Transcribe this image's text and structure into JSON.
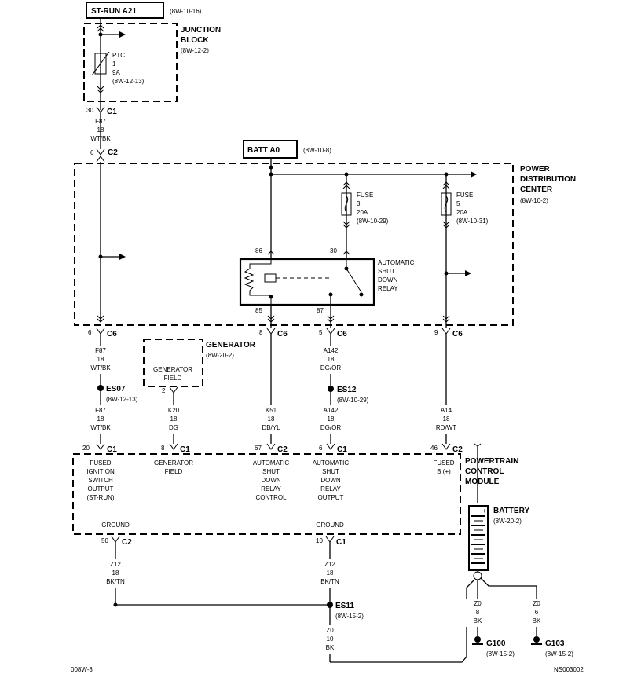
{
  "headers": {
    "st_run": "ST-RUN A21",
    "st_run_ref": "(8W-10-16)",
    "junction_block": [
      "JUNCTION",
      "BLOCK"
    ],
    "junction_block_ref": "(8W-12-2)",
    "batt": "BATT A0",
    "batt_ref": "(8W-10-8)",
    "pdc": [
      "POWER",
      "DISTRIBUTION",
      "CENTER"
    ],
    "pdc_ref": "(8W-10-2)",
    "generator": "GENERATOR",
    "generator_ref": "(8W-20-2)",
    "pcm": [
      "POWERTRAIN",
      "CONTROL",
      "MODULE"
    ],
    "battery": "BATTERY",
    "battery_ref": "(8W-20-2)"
  },
  "ptc": {
    "lines": [
      "PTC",
      "1",
      "9A",
      "(8W-12-13)"
    ]
  },
  "fuse3": {
    "lines": [
      "FUSE",
      "3",
      "20A",
      "(8W-10-29)"
    ]
  },
  "fuse5": {
    "lines": [
      "FUSE",
      "5",
      "20A",
      "(8W-10-31)"
    ]
  },
  "relay": {
    "label": [
      "AUTOMATIC",
      "SHUT",
      "DOWN",
      "RELAY"
    ],
    "pin86": "86",
    "pin30": "30",
    "pin85": "85",
    "pin87": "87"
  },
  "generator_field_box": [
    "GENERATOR",
    "FIELD"
  ],
  "connectors": {
    "c1_top_pin": "30",
    "c1_top": "C1",
    "c2_pdc_pin": "6",
    "c2_pdc": "C2",
    "c6_left_pin": "6",
    "c6_left": "C6",
    "c6_mid_pin": "8",
    "c6_mid": "C6",
    "c6_asd_pin": "5",
    "c6_asd": "C6",
    "c6_right_pin": "9",
    "c6_right": "C6",
    "gen_pin": "2",
    "pcm_fused_pin": "20",
    "pcm_fused": "C1",
    "pcm_gen_pin": "8",
    "pcm_gen": "C1",
    "pcm_asdc_pin": "67",
    "pcm_asdc": "C2",
    "pcm_asdo_pin": "6",
    "pcm_asdo": "C1",
    "pcm_b_pin": "46",
    "pcm_b": "C2",
    "pcm_gnd1_pin": "50",
    "pcm_gnd1": "C2",
    "pcm_gnd2_pin": "10",
    "pcm_gnd2": "C1"
  },
  "wires": {
    "f87_top": [
      "F87",
      "18",
      "WT/BK"
    ],
    "f87_mid": [
      "F87",
      "18",
      "WT/BK"
    ],
    "f87_low": [
      "F87",
      "18",
      "WT/BK"
    ],
    "k20": [
      "K20",
      "18",
      "DG"
    ],
    "k51": [
      "K51",
      "18",
      "DB/YL"
    ],
    "a142_up": [
      "A142",
      "18",
      "DG/OR"
    ],
    "a142_low": [
      "A142",
      "18",
      "DG/OR"
    ],
    "a14": [
      "A14",
      "18",
      "RD/WT"
    ],
    "z12_a": [
      "Z12",
      "18",
      "BK/TN"
    ],
    "z12_b": [
      "Z12",
      "18",
      "BK/TN"
    ],
    "z0_10": [
      "Z0",
      "10",
      "BK"
    ],
    "z0_8": [
      "Z0",
      "8",
      "BK"
    ],
    "z0_6": [
      "Z0",
      "6",
      "BK"
    ]
  },
  "splices": {
    "es07": "ES07",
    "es07_ref": "(8W-12-13)",
    "es12": "ES12",
    "es12_ref": "(8W-10-29)",
    "es11": "ES11",
    "es11_ref": "(8W-15-2)"
  },
  "grounds": {
    "g100": "G100",
    "g100_ref": "(8W-15-2)",
    "g103": "G103",
    "g103_ref": "(8W-15-2)"
  },
  "pcm_pins": {
    "fused": [
      "FUSED",
      "IGNITION",
      "SWITCH",
      "OUTPUT",
      "(ST-RUN)"
    ],
    "gen_field": [
      "GENERATOR",
      "FIELD"
    ],
    "asd_control": [
      "AUTOMATIC",
      "SHUT",
      "DOWN",
      "RELAY",
      "CONTROL"
    ],
    "asd_output": [
      "AUTOMATIC",
      "SHUT",
      "DOWN",
      "RELAY",
      "OUTPUT"
    ],
    "fused_b": [
      "FUSED",
      "B (+)"
    ],
    "ground1": "GROUND",
    "ground2": "GROUND"
  },
  "footer": {
    "left": "008W-3",
    "right": "NS003002"
  }
}
